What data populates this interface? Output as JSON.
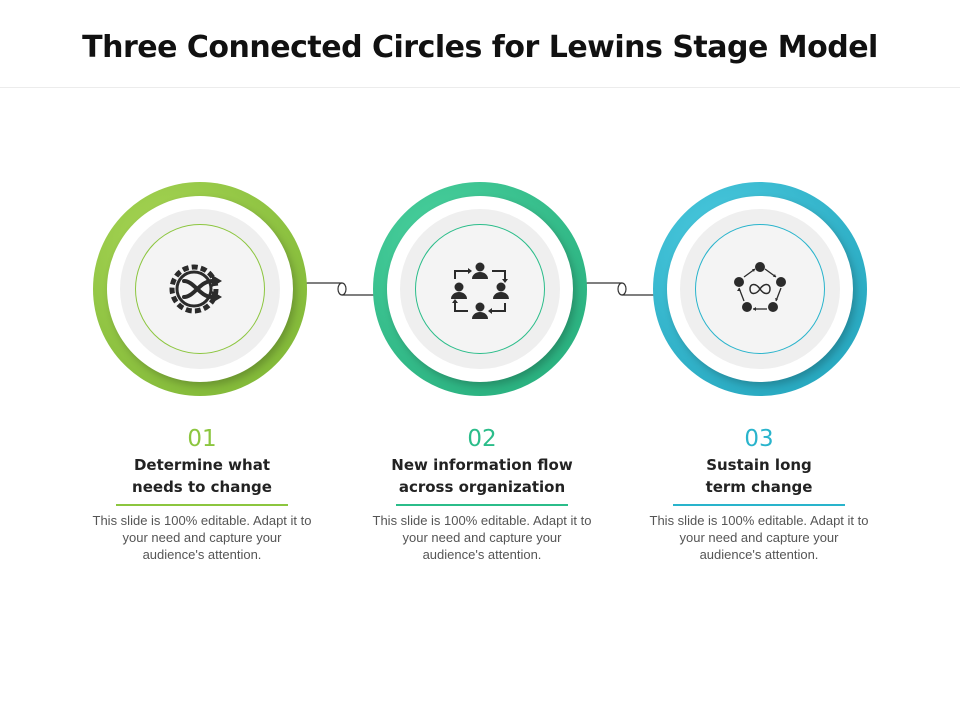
{
  "title": "Three Connected Circles for Lewins Stage Model",
  "colors": {
    "green": "#8cc63f",
    "teal": "#2bbd8a",
    "cyan": "#29b4cc"
  },
  "steps": [
    {
      "number": "01",
      "heading_line1": "Determine what",
      "heading_line2": "needs to change",
      "desc_line1": "This slide is 100% editable. Adapt it to",
      "desc_line2": "your need and capture your",
      "desc_line3": "audience's attention.",
      "icon": "gear-shuffle-icon"
    },
    {
      "number": "02",
      "heading_line1": "New information flow",
      "heading_line2": "across organization",
      "desc_line1": "This slide is 100% editable. Adapt it to",
      "desc_line2": "your need and capture your",
      "desc_line3": "audience's attention.",
      "icon": "people-cycle-icon"
    },
    {
      "number": "03",
      "heading_line1": "Sustain long",
      "heading_line2": "term change",
      "desc_line1": "This slide is 100% editable. Adapt it to",
      "desc_line2": "your need and capture your",
      "desc_line3": "audience's attention.",
      "icon": "infinity-cycle-icon"
    }
  ]
}
